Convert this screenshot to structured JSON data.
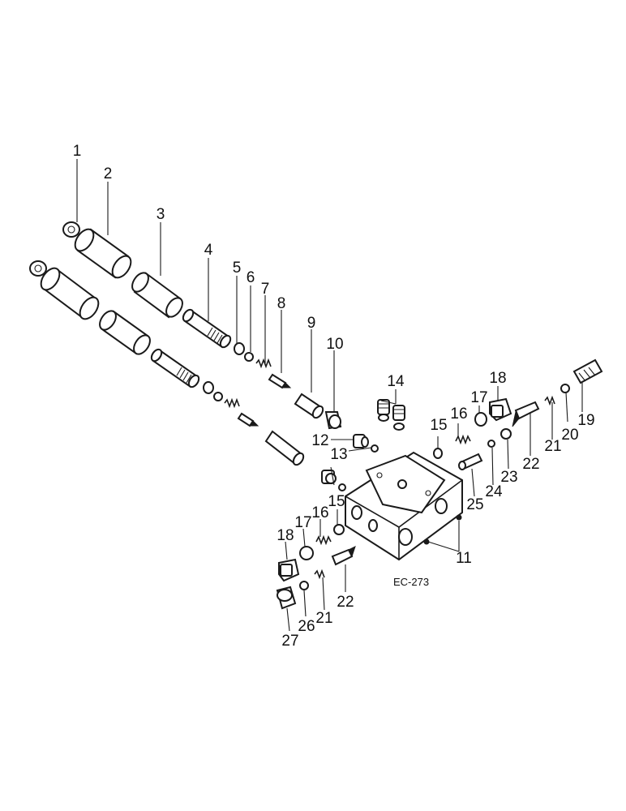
{
  "figure_code": "EC-273",
  "callouts": [
    "1",
    "2",
    "3",
    "4",
    "5",
    "6",
    "7",
    "8",
    "9",
    "10",
    "11",
    "12",
    "13",
    "14",
    "15",
    "16",
    "17",
    "18",
    "19",
    "20",
    "21",
    "22",
    "23",
    "24",
    "25",
    "26",
    "27"
  ]
}
